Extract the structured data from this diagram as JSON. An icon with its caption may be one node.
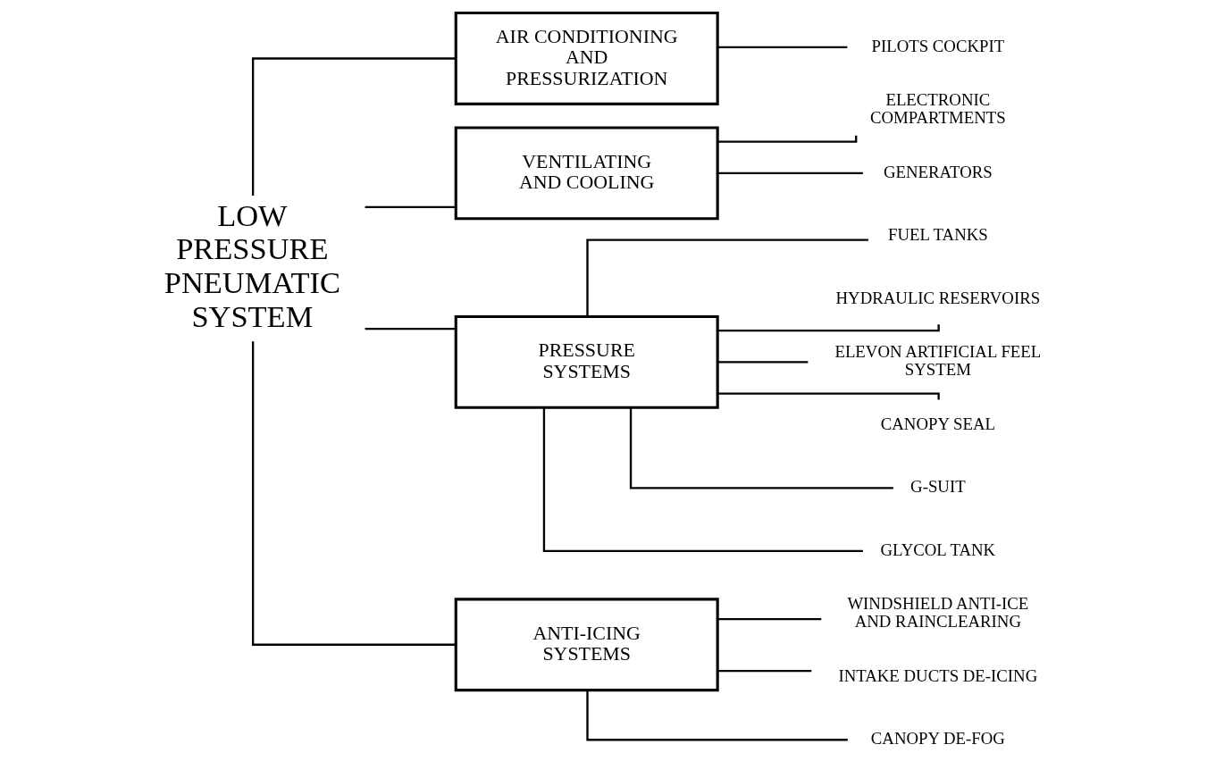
{
  "diagram": {
    "nodes": [
      {
        "text": [
          "LOW PRESSURE PNEUMATIC SYSTEM"
        ]
      },
      {
        "text": [
          "AIR CONDITIONING AND PRESSURIZATION"
        ]
      },
      {
        "text": [
          "VENTILATING AND COOLING"
        ]
      },
      {
        "text": [
          "PRESSURE SYSTEMS"
        ]
      },
      {
        "text": [
          "ANTI-ICING SYSTEMS"
        ]
      },
      {
        "text": [
          "PILOTS COCKPIT"
        ]
      },
      {
        "text": [
          "ELECTRONIC COMPARTMENTS"
        ]
      },
      {
        "text": [
          "GENERATORS"
        ]
      },
      {
        "text": [
          "FUEL TANKS"
        ]
      },
      {
        "text": [
          "HYDRAULIC RESERVOIRS"
        ]
      },
      {
        "text": [
          "ELEVON ARTIFICIAL FEEL SYSTEM"
        ]
      },
      {
        "text": [
          "CANOPY SEAL"
        ]
      },
      {
        "text": [
          "G-SUIT"
        ]
      },
      {
        "text": [
          "GLYCOL TANK"
        ]
      },
      {
        "text": [
          "WINDSHIELD ANTI-ICE AND RAINCLEARING"
        ]
      },
      {
        "text": [
          "INTAKE DUCTS DE-ICING"
        ]
      },
      {
        "text": [
          "CANOPY DE-FOG"
        ]
      }
    ],
    "edges": [
      {
        "from": 0,
        "to": 1,
        "arrow": "none"
      },
      {
        "from": 0,
        "to": 2,
        "arrow": "none"
      },
      {
        "from": 0,
        "to": 3,
        "arrow": "none"
      },
      {
        "from": 0,
        "to": 4,
        "arrow": "none"
      },
      {
        "from": 1,
        "to": 5,
        "arrow": "none"
      },
      {
        "from": 2,
        "to": 6,
        "arrow": "none"
      },
      {
        "from": 2,
        "to": 7,
        "arrow": "none"
      },
      {
        "from": 3,
        "to": 8,
        "arrow": "none"
      },
      {
        "from": 3,
        "to": 9,
        "arrow": "none"
      },
      {
        "from": 3,
        "to": 10,
        "arrow": "none"
      },
      {
        "from": 3,
        "to": 11,
        "arrow": "none"
      },
      {
        "from": 3,
        "to": 12,
        "arrow": "none"
      },
      {
        "from": 3,
        "to": 13,
        "arrow": "none"
      },
      {
        "from": 4,
        "to": 14,
        "arrow": "none"
      },
      {
        "from": 4,
        "to": 15,
        "arrow": "none"
      },
      {
        "from": 4,
        "to": 16,
        "arrow": "none"
      }
    ]
  }
}
